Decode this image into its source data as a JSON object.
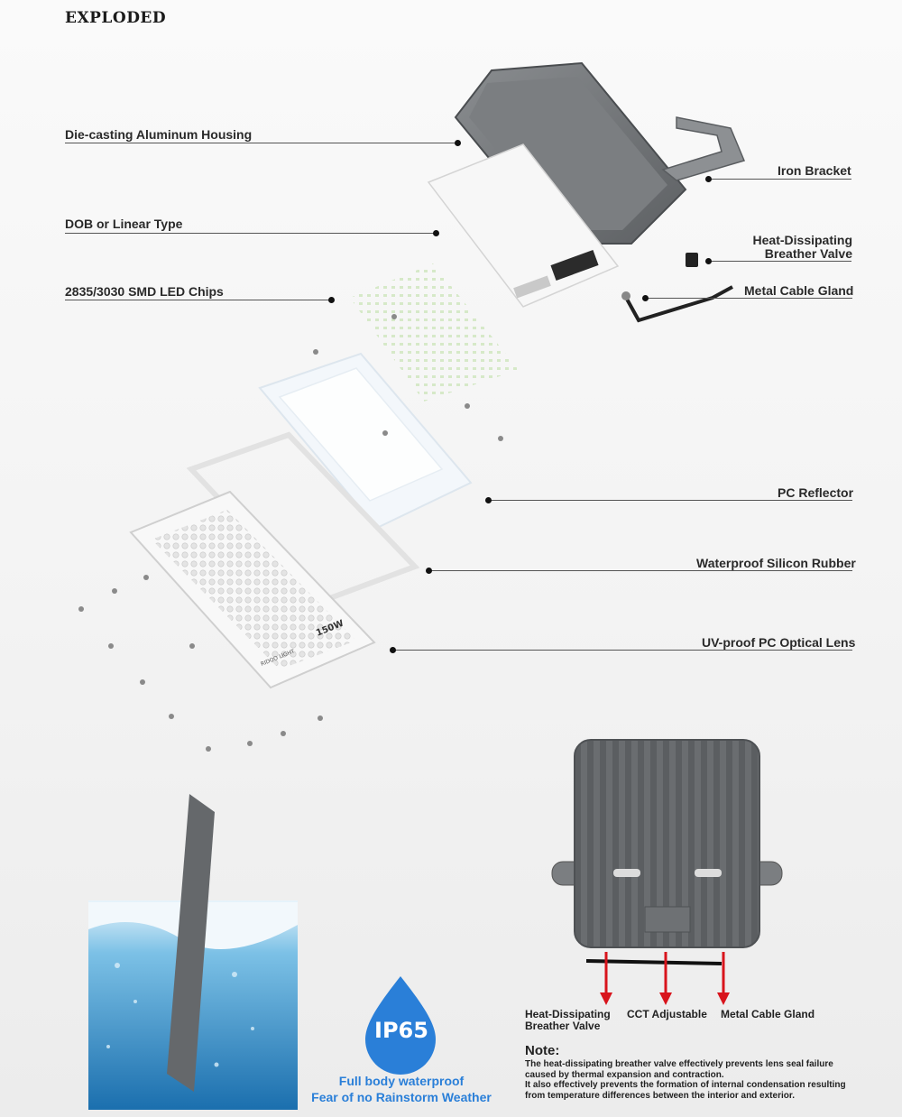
{
  "page_title": "EXPLODED",
  "components": {
    "housing": "Die-casting Aluminum Housing",
    "dob": "DOB or Linear Type",
    "chips": "2835/3030 SMD LED Chips",
    "bracket": "Iron Bracket",
    "valve_line1": "Heat-Dissipating",
    "valve_line2": "Breather Valve",
    "gland": "Metal Cable Gland",
    "reflector": "PC Reflector",
    "rubber": "Waterproof Silicon Rubber",
    "lens": "UV-proof PC Optical Lens"
  },
  "lens_marking": "150W",
  "lens_brand": "RIDOO LIGHT",
  "waterproof": {
    "rating": "IP65",
    "caption_line1": "Full body waterproof",
    "caption_line2": "Fear of no Rainstorm Weather"
  },
  "back_view": {
    "valve_line1": "Heat-Dissipating",
    "valve_line2": "Breather Valve",
    "cct": "CCT Adjustable",
    "gland": "Metal Cable Gland"
  },
  "note": {
    "title": "Note:",
    "line1": "The heat-dissipating breather valve effectively prevents lens seal failure",
    "line2": "caused by thermal expansion and contraction.",
    "line3": "It also effectively prevents the formation of internal condensation resulting",
    "line4": "from temperature differences between the interior and exterior."
  },
  "colors": {
    "housing": "#6c6f72",
    "accent_blue": "#2a7fd8",
    "arrow_red": "#d8141c"
  }
}
